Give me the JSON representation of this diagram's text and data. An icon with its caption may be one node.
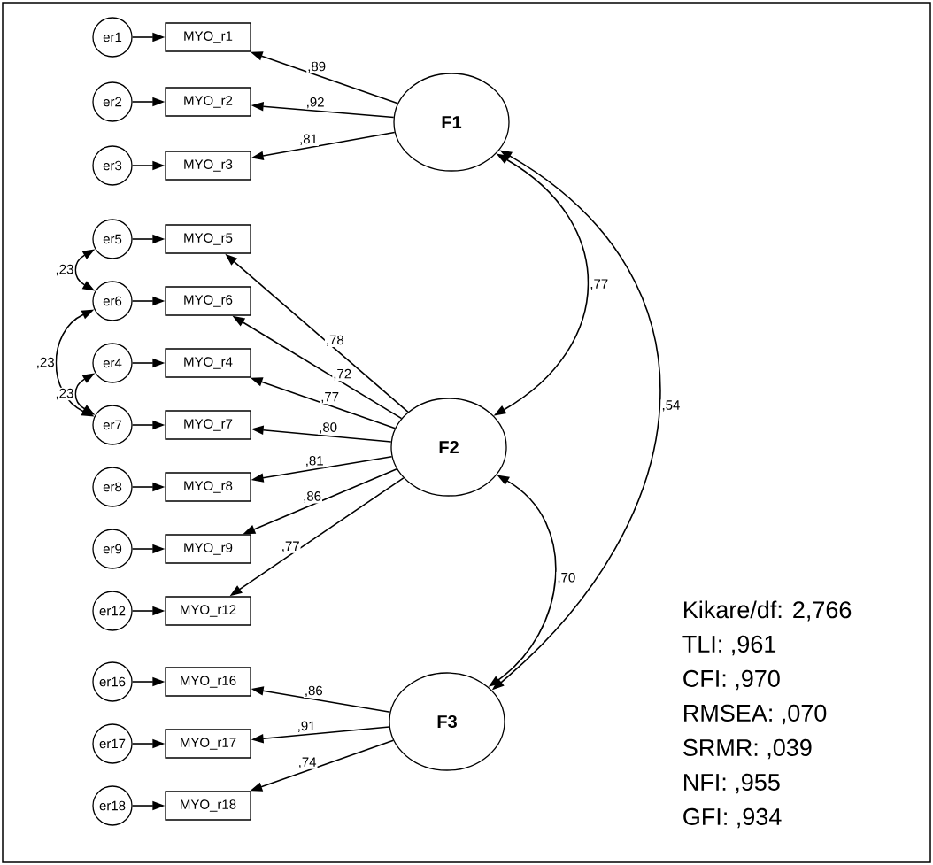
{
  "diagram": {
    "nodes": [
      {
        "text": [
          "er1"
        ]
      },
      {
        "text": [
          "MYO_r1"
        ]
      },
      {
        "text": [
          "er2"
        ]
      },
      {
        "text": [
          "MYO_r2"
        ]
      },
      {
        "text": [
          "er3"
        ]
      },
      {
        "text": [
          "MYO_r3"
        ]
      },
      {
        "text": [
          "F1"
        ]
      },
      {
        "text": [
          "er5"
        ]
      },
      {
        "text": [
          "MYO_r5"
        ]
      },
      {
        "text": [
          "er6"
        ]
      },
      {
        "text": [
          "MYO_r6"
        ]
      },
      {
        "text": [
          "er4"
        ]
      },
      {
        "text": [
          "MYO_r4"
        ]
      },
      {
        "text": [
          "er7"
        ]
      },
      {
        "text": [
          "MYO_r7"
        ]
      },
      {
        "text": [
          "er8"
        ]
      },
      {
        "text": [
          "MYO_r8"
        ]
      },
      {
        "text": [
          "er9"
        ]
      },
      {
        "text": [
          "MYO_r9"
        ]
      },
      {
        "text": [
          "er12"
        ]
      },
      {
        "text": [
          "MYO_r12"
        ]
      },
      {
        "text": [
          "F2"
        ]
      },
      {
        "text": [
          "er16"
        ]
      },
      {
        "text": [
          "MYO_r16"
        ]
      },
      {
        "text": [
          "er17"
        ]
      },
      {
        "text": [
          "MYO_r17"
        ]
      },
      {
        "text": [
          "er18"
        ]
      },
      {
        "text": [
          "MYO_r18"
        ]
      },
      {
        "text": [
          "F3"
        ]
      }
    ],
    "edges": [
      {
        "from": 0,
        "to": 1,
        "arrow": "to"
      },
      {
        "from": 2,
        "to": 3,
        "arrow": "to"
      },
      {
        "from": 4,
        "to": 5,
        "arrow": "to"
      },
      {
        "from": 7,
        "to": 8,
        "arrow": "to"
      },
      {
        "from": 9,
        "to": 10,
        "arrow": "to"
      },
      {
        "from": 11,
        "to": 12,
        "arrow": "to"
      },
      {
        "from": 13,
        "to": 14,
        "arrow": "to"
      },
      {
        "from": 15,
        "to": 16,
        "arrow": "to"
      },
      {
        "from": 17,
        "to": 18,
        "arrow": "to"
      },
      {
        "from": 19,
        "to": 20,
        "arrow": "to"
      },
      {
        "from": 22,
        "to": 23,
        "arrow": "to"
      },
      {
        "from": 24,
        "to": 25,
        "arrow": "to"
      },
      {
        "from": 26,
        "to": 27,
        "arrow": "to"
      },
      {
        "from": 6,
        "to": 1,
        "arrow": "to",
        "label": ",89"
      },
      {
        "from": 6,
        "to": 3,
        "arrow": "to",
        "label": ",92"
      },
      {
        "from": 6,
        "to": 5,
        "arrow": "to",
        "label": ",81"
      },
      {
        "from": 21,
        "to": 8,
        "arrow": "to",
        "label": ",78"
      },
      {
        "from": 21,
        "to": 10,
        "arrow": "to",
        "label": ",72"
      },
      {
        "from": 21,
        "to": 12,
        "arrow": "to",
        "label": ",77"
      },
      {
        "from": 21,
        "to": 14,
        "arrow": "to",
        "label": ",80"
      },
      {
        "from": 21,
        "to": 16,
        "arrow": "to",
        "label": ",81"
      },
      {
        "from": 21,
        "to": 18,
        "arrow": "to",
        "label": ",86"
      },
      {
        "from": 21,
        "to": 20,
        "arrow": "to",
        "label": ",77"
      },
      {
        "from": 28,
        "to": 23,
        "arrow": "to",
        "label": ",86"
      },
      {
        "from": 28,
        "to": 25,
        "arrow": "to",
        "label": ",91"
      },
      {
        "from": 28,
        "to": 27,
        "arrow": "to",
        "label": ",74"
      },
      {
        "from": 7,
        "to": 9,
        "arrow": "both",
        "label": ",23"
      },
      {
        "from": 9,
        "to": 13,
        "arrow": "both",
        "label": ",23"
      },
      {
        "from": 11,
        "to": 13,
        "arrow": "both",
        "label": ",23"
      },
      {
        "from": 6,
        "to": 21,
        "arrow": "both",
        "label": ",77"
      },
      {
        "from": 6,
        "to": 28,
        "arrow": "both",
        "label": ",54"
      },
      {
        "from": 21,
        "to": 28,
        "arrow": "both",
        "label": ",70"
      }
    ],
    "labels": [
      "Kikare/df: 2,766",
      "TLI: ,961",
      "CFI: ,970",
      "RMSEA: ,070",
      "SRMR: ,039",
      "NFI: ,955",
      "GFI: ,934"
    ]
  }
}
